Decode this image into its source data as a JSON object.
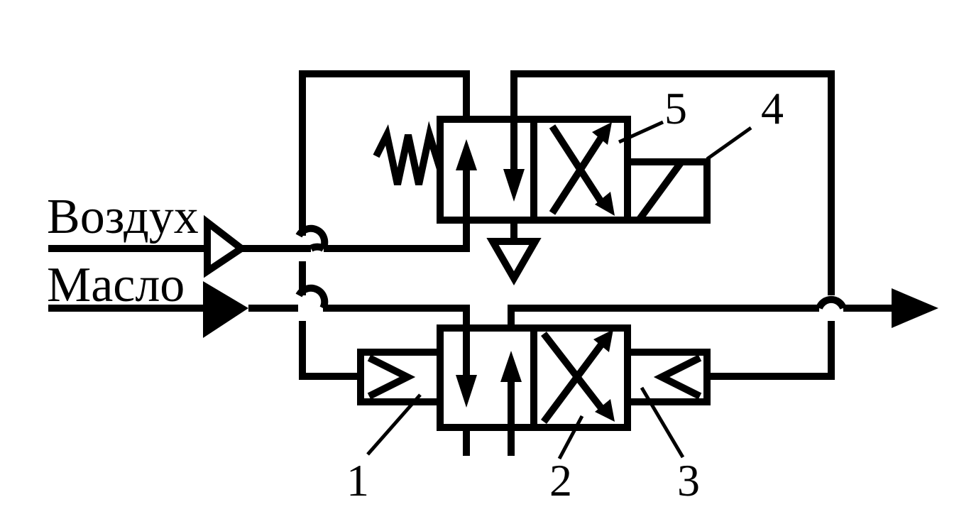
{
  "inputs": {
    "air": "Воздух",
    "oil": "Масло"
  },
  "callouts": {
    "n1": "1",
    "n2": "2",
    "n3": "3",
    "n4": "4",
    "n5": "5"
  },
  "colors": {
    "line": "#000000",
    "background": "#ffffff"
  }
}
